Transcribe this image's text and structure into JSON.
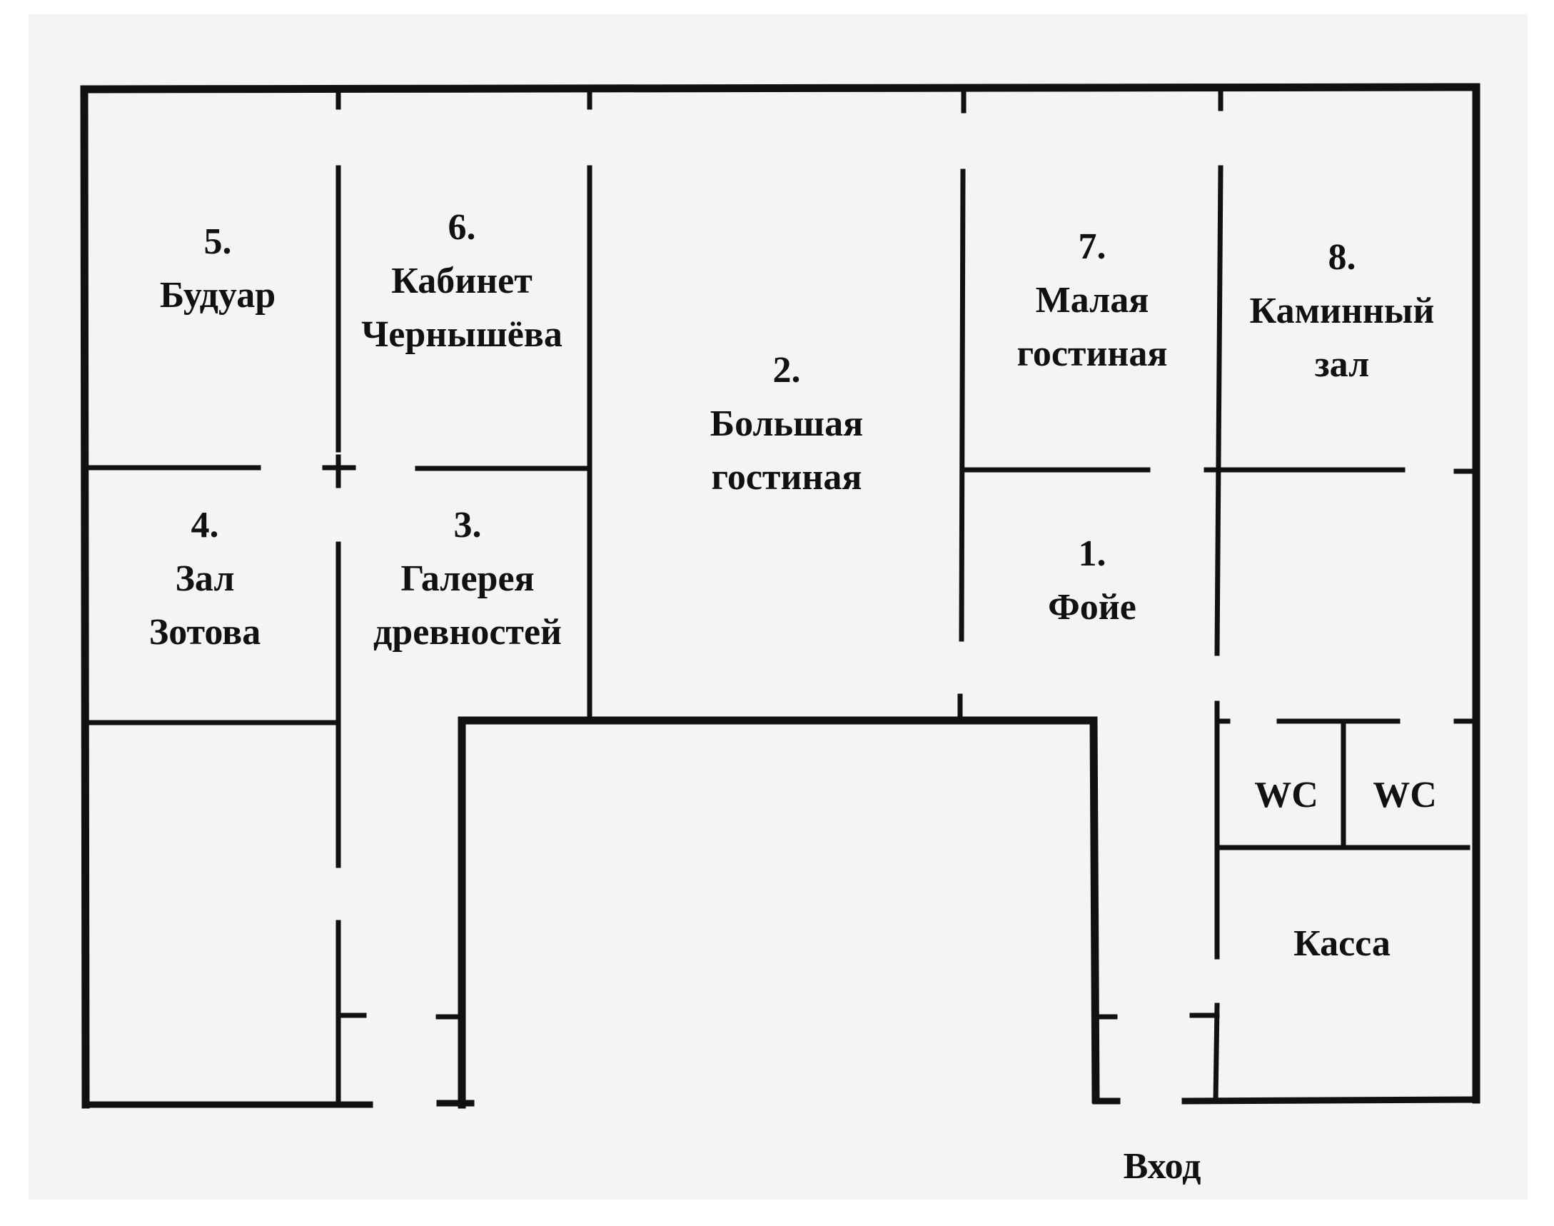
{
  "colors": {
    "background": "#f4f4f4",
    "wall": "#111111",
    "text": "#111111"
  },
  "rooms": [
    {
      "id": "boudoir",
      "number": "5.",
      "lines": [
        "Будуар"
      ]
    },
    {
      "id": "cabinet",
      "number": "6.",
      "lines": [
        "Кабинет",
        "Чернышёва"
      ]
    },
    {
      "id": "big-hall",
      "number": "2.",
      "lines": [
        "Большая",
        "гостиная"
      ]
    },
    {
      "id": "small-hall",
      "number": "7.",
      "lines": [
        "Малая",
        "гостиная"
      ]
    },
    {
      "id": "fireplace",
      "number": "8.",
      "lines": [
        "Каминный",
        "зал"
      ]
    },
    {
      "id": "zotov",
      "number": "4.",
      "lines": [
        "Зал",
        "Зотова"
      ]
    },
    {
      "id": "gallery",
      "number": "3.",
      "lines": [
        "Галерея",
        "древностей"
      ]
    },
    {
      "id": "foyer",
      "number": "1.",
      "lines": [
        "Фойе"
      ]
    },
    {
      "id": "wc-1",
      "number": "",
      "lines": [
        "WC"
      ]
    },
    {
      "id": "wc-2",
      "number": "",
      "lines": [
        "WC"
      ]
    },
    {
      "id": "cashier",
      "number": "",
      "lines": [
        "Касса"
      ]
    }
  ],
  "entrance_label": "Вход"
}
